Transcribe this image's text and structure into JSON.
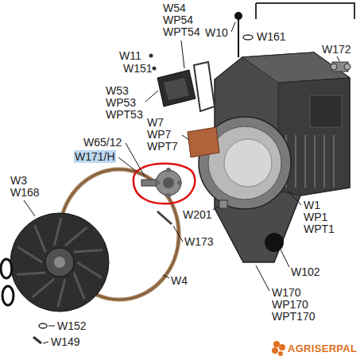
{
  "diagram": {
    "labels": [
      "W54",
      "WP54",
      "WPT54",
      "W10",
      "W161",
      "W11",
      "W151",
      "W172",
      "W53",
      "WP53",
      "WPT53",
      "W7",
      "WP7",
      "WPT7",
      "W65/12",
      "W171/H",
      "W3",
      "W168",
      "W201",
      "W1",
      "WP1",
      "WPT1",
      "W173",
      "W4",
      "W102",
      "W170",
      "WP170",
      "WPT170",
      "W152",
      "W149",
      "AGRISERPAL"
    ]
  }
}
